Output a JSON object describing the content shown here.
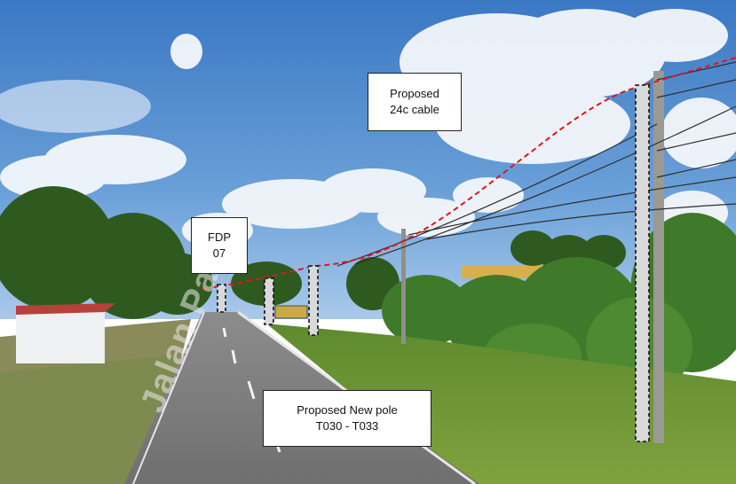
{
  "callouts": {
    "cable": {
      "line1": "Proposed",
      "line2": "24c cable"
    },
    "fdp": {
      "line1": "FDP",
      "line2": "07"
    },
    "pole": {
      "line1": "Proposed New pole",
      "line2": "T030 - T033"
    }
  },
  "road_sign_text": "Jalan Parit",
  "colors": {
    "cable_line": "#e8121b",
    "sky": "#4f86c9",
    "pole_marker_fill": "#d9d9d9"
  }
}
